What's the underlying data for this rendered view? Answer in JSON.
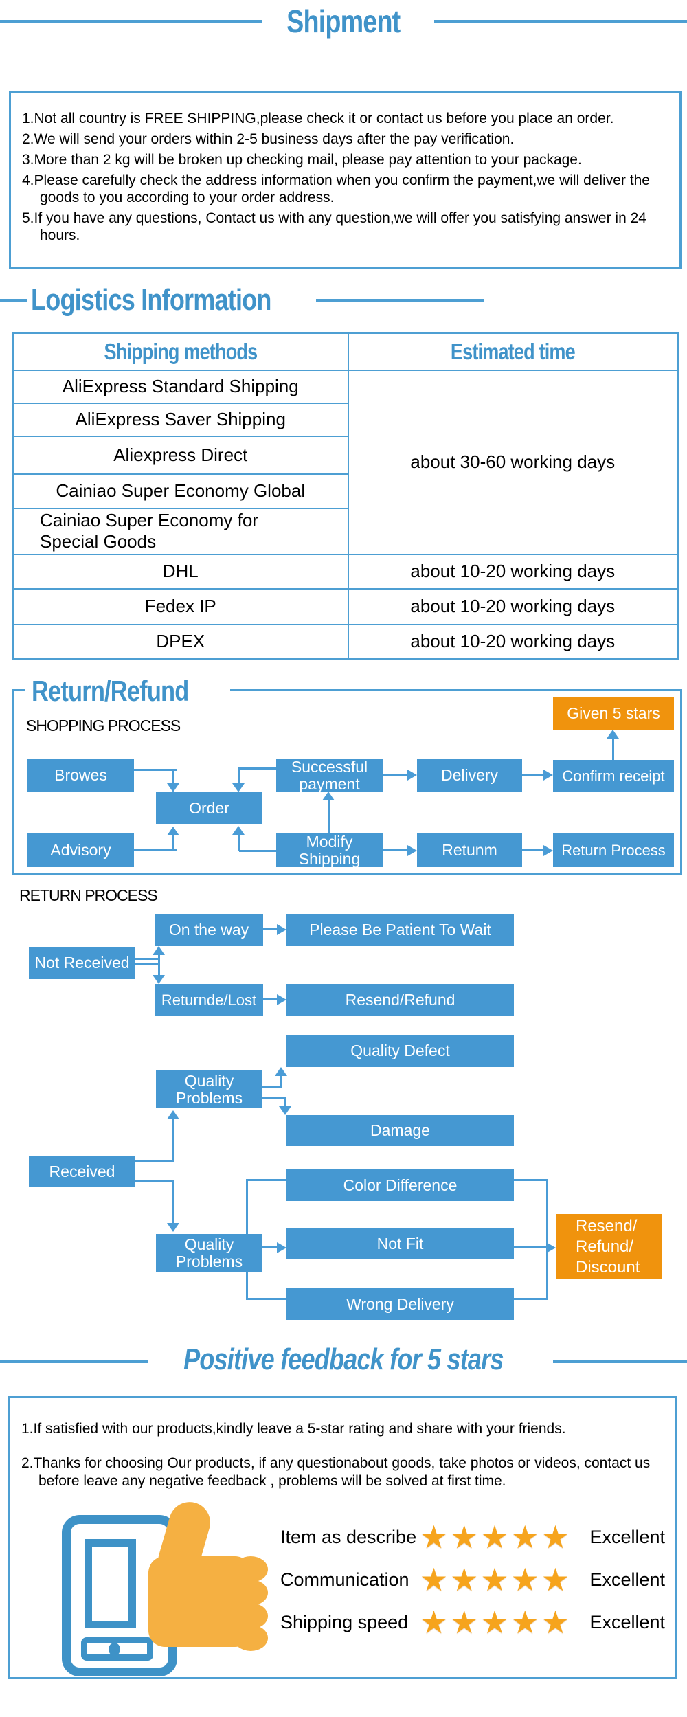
{
  "colors": {
    "accent_blue": "#4093C9",
    "flow_box_blue": "#4598D2",
    "line_blue": "#4D9FD3",
    "orange": "#F0930D",
    "star_orange": "#F6A41D",
    "thumb_orange": "#F5B042"
  },
  "shipment": {
    "title": "Shipment",
    "notes": [
      {
        "num": "1.",
        "text": "Not all country is FREE SHIPPING,please check it or contact us before you place an order."
      },
      {
        "num": "2.",
        "text": "We will send your orders within 2-5 business days after the pay verification."
      },
      {
        "num": "3.",
        "text": "More than 2 kg will be broken up checking mail, please pay attention to your package."
      },
      {
        "num": "4.",
        "text": "Please carefully check the address information when you confirm the payment,we will deliver the goods to you according to your order address."
      },
      {
        "num": "5.",
        "text": "If you have any questions, Contact us with any question,we will offer you satisfying answer in 24 hours."
      }
    ]
  },
  "logistics": {
    "title": "Logistics Information",
    "table": {
      "col1_header": "Shipping methods",
      "col2_header": "Estimated time",
      "group_methods": [
        "AliExpress Standard Shipping",
        "AliExpress Saver Shipping",
        "Aliexpress Direct",
        "Cainiao Super Economy Global",
        "Cainiao Super Economy for Special Goods"
      ],
      "group_time": "about 30-60 working days",
      "express_rows": [
        {
          "method": "DHL",
          "time": "about 10-20 working days"
        },
        {
          "method": "Fedex IP",
          "time": "about 10-20 working days"
        },
        {
          "method": "DPEX",
          "time": "about 10-20 working days"
        }
      ]
    }
  },
  "returns": {
    "title": "Return/Refund",
    "shopping_process_label": "SHOPPING PROCESS",
    "return_process_label": "RETURN PROCESS",
    "shopping": {
      "browes": "Browes",
      "order": "Order",
      "advisory": "Advisory",
      "successful_payment": "Successful payment",
      "modify_shipping": "Modify Shipping",
      "delivery": "Delivery",
      "retunm": "Retunm",
      "confirm_receipt": "Confirm receipt",
      "return_process": "Return Process",
      "given_5_stars": "Given 5 stars"
    },
    "return_flow": {
      "not_received": "Not Received",
      "on_the_way": "On the way",
      "please_wait": "Please Be Patient To Wait",
      "returnde_lost": "Returnde/Lost",
      "resend_refund": "Resend/Refund",
      "quality_problems": "Quality Problems",
      "quality_defect": "Quality Defect",
      "damage": "Damage",
      "received": "Received",
      "color_difference": "Color Difference",
      "not_fit": "Not Fit",
      "wrong_delivery": "Wrong Delivery",
      "resend_refund_discount": "Resend/\nRefund/\nDiscount"
    }
  },
  "feedback": {
    "title": "Positive feedback for 5 stars",
    "notes": [
      "1.If satisfied with our products,kindly leave a 5-star rating and share with your friends.",
      "2.Thanks for choosing Our products, if any questionabout goods, take photos or videos, contact us before leave any negative feedback , problems will be solved at first time."
    ],
    "ratings": [
      {
        "label": "Item as describe",
        "stars": "★★★★★",
        "value": "Excellent"
      },
      {
        "label": "Communication",
        "stars": "★★★★★",
        "value": "Excellent"
      },
      {
        "label": "Shipping speed",
        "stars": "★★★★★",
        "value": "Excellent"
      }
    ]
  }
}
